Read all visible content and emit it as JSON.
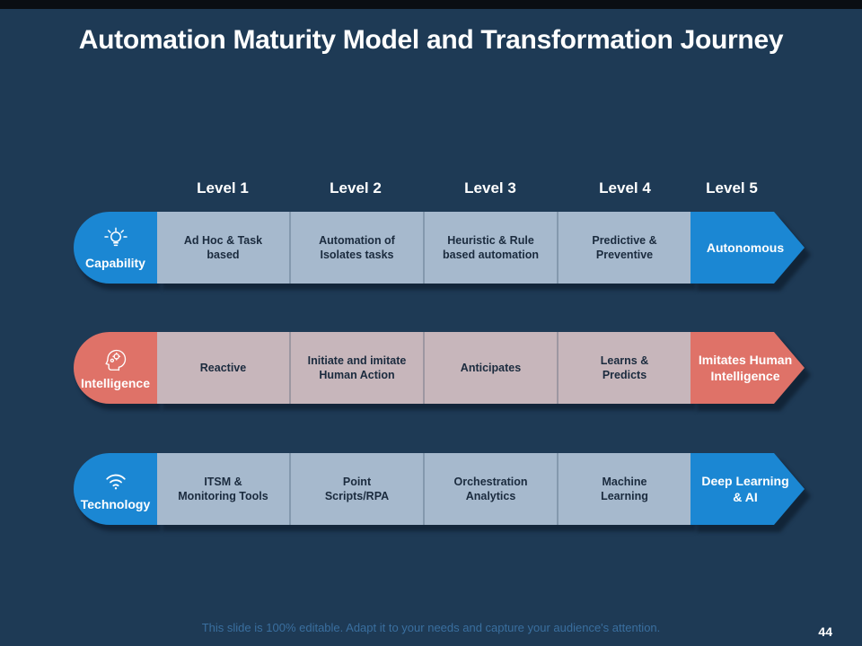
{
  "slide": {
    "title": "Automation Maturity Model and Transformation Journey",
    "footer": "This slide is 100% editable. Adapt it to your needs and capture your audience's attention.",
    "page_number": "44"
  },
  "levels": [
    "Level 1",
    "Level 2",
    "Level 3",
    "Level 4",
    "Level 5"
  ],
  "rows": [
    {
      "label": "Capability",
      "icon": "lightbulb-idea-icon",
      "accent": "#1b87d3",
      "track": "#a6b9cd",
      "cells": [
        "Ad Hoc & Task\nbased",
        "Automation of\nIsolates tasks",
        "Heuristic & Rule\nbased automation",
        "Predictive &\nPreventive"
      ],
      "arrow_label": "Autonomous"
    },
    {
      "label": "Intelligence",
      "icon": "head-gears-icon",
      "accent": "#df7268",
      "track": "#c7b6bb",
      "cells": [
        "Reactive",
        "Initiate and imitate\nHuman Action",
        "Anticipates",
        "Learns &\nPredicts"
      ],
      "arrow_label": "Imitates Human\nIntelligence"
    },
    {
      "label": "Technology",
      "icon": "wifi-icon",
      "accent": "#1b87d3",
      "track": "#a6b9cd",
      "cells": [
        "ITSM &\nMonitoring Tools",
        "Point\nScripts/RPA",
        "Orchestration\nAnalytics",
        "Machine\nLearning"
      ],
      "arrow_label": "Deep Learning\n& AI"
    }
  ],
  "colors": {
    "background": "#1e3a55",
    "top_bar": "#0a0e13",
    "title_text": "#ffffff",
    "level_text": "#ffffff",
    "pill_text": "#ffffff",
    "cell_text": "#1b2b3e",
    "footer_text": "#3a6f9f",
    "shadow": "rgba(8,18,31,0.55)"
  }
}
